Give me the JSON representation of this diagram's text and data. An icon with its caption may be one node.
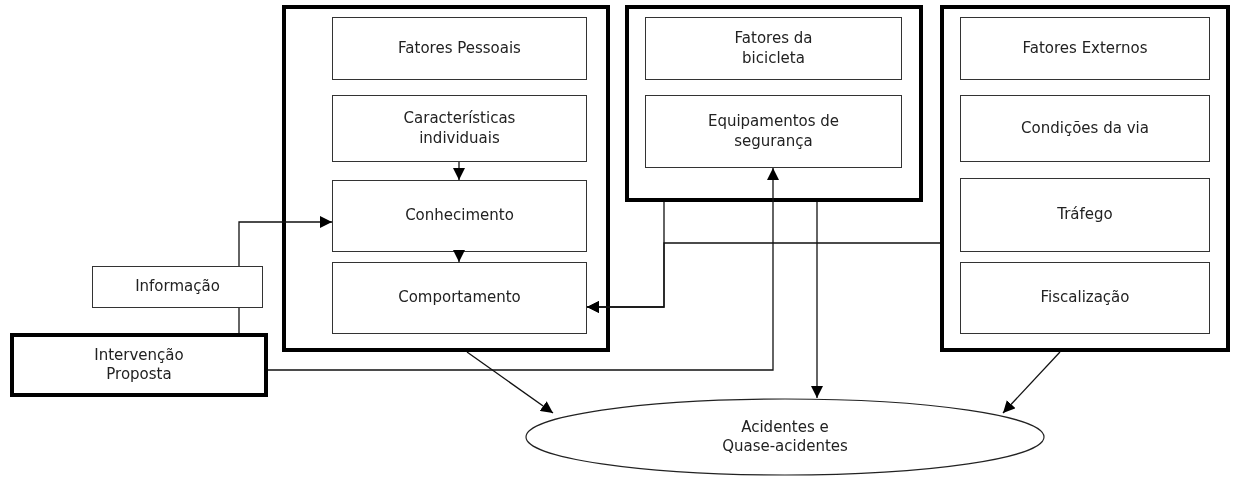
{
  "diagram": {
    "nodes": [
      {
        "text": [],
        "shape": "box"
      },
      {
        "text": [
          "Fatores Pessoais"
        ],
        "in": 0
      },
      {
        "text": [
          "Características individuais"
        ],
        "in": 0
      },
      {
        "text": [
          "Conhecimento"
        ],
        "in": 0
      },
      {
        "text": [
          "Comportamento"
        ],
        "in": 0
      },
      {
        "text": [],
        "shape": "box"
      },
      {
        "text": [
          "Fatores da bicicleta"
        ],
        "in": 5
      },
      {
        "text": [
          "Equipamentos de segurança"
        ],
        "in": 5
      },
      {
        "text": [],
        "shape": "box"
      },
      {
        "text": [
          "Fatores Externos"
        ],
        "in": 8
      },
      {
        "text": [
          "Condições da via"
        ],
        "in": 8
      },
      {
        "text": [
          "Tráfego"
        ],
        "in": 8
      },
      {
        "text": [
          "Fiscalização"
        ],
        "in": 8
      },
      {
        "text": [
          "Informação"
        ]
      },
      {
        "text": [
          "Intervenção Proposta"
        ]
      },
      {
        "text": [
          "Acidentes e Quase-acidentes"
        ]
      }
    ],
    "edges": [
      {
        "from": 2,
        "to": 3,
        "arrow": "to"
      },
      {
        "from": 3,
        "to": 4,
        "arrow": "to"
      },
      {
        "from": 14,
        "to": 13,
        "arrow": "none"
      },
      {
        "from": 13,
        "to": 3,
        "arrow": "to"
      },
      {
        "from": 5,
        "to": 4,
        "arrow": "to"
      },
      {
        "from": 8,
        "to": 4,
        "arrow": "to"
      },
      {
        "from": 14,
        "to": 7,
        "arrow": "to"
      },
      {
        "from": 5,
        "to": 15,
        "arrow": "to"
      },
      {
        "from": 0,
        "to": 15,
        "arrow": "to"
      },
      {
        "from": 8,
        "to": 15,
        "arrow": "to"
      }
    ]
  }
}
